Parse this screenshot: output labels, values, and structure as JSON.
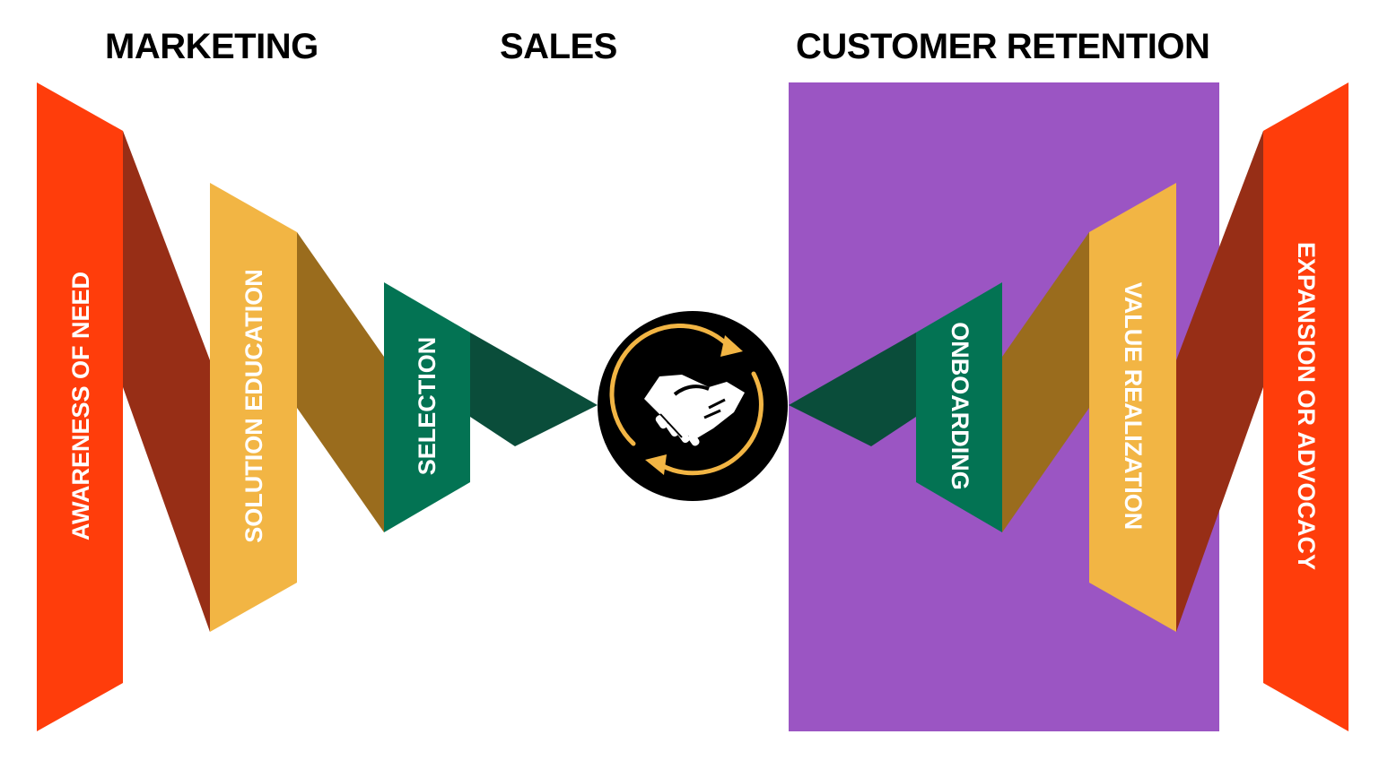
{
  "headings": {
    "marketing": "MARKETING",
    "sales": "SALES",
    "retention": "CUSTOMER RETENTION"
  },
  "stages": {
    "awareness": "AWARENESS OF NEED",
    "education": "SOLUTION EDUCATION",
    "selection": "SELECTION",
    "onboarding": "ONBOARDING",
    "value": "VALUE REALIZATION",
    "expansion": "EXPANSION OR ADVOCACY"
  },
  "center_icon": "handshake-cycle-icon",
  "colors": {
    "orange": "#ff3d0b",
    "orange_dark": "#972e16",
    "yellow": "#f2b544",
    "yellow_dark": "#9a6c1d",
    "green": "#037353",
    "green_dark": "#0a4d3a",
    "purple": "#9b55c3",
    "black": "#000000",
    "ring": "#f2b544"
  }
}
